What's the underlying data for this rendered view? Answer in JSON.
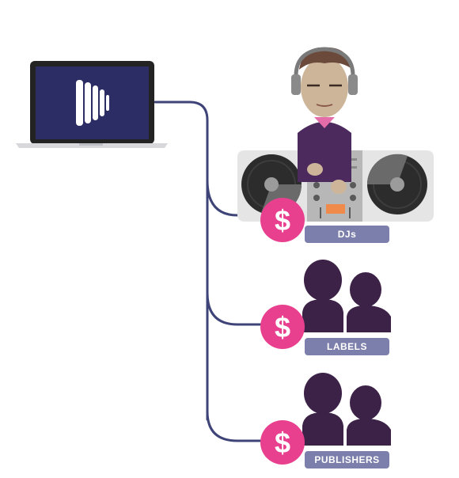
{
  "recipients": [
    {
      "label": "DJs",
      "currency": "$"
    },
    {
      "label": "LABELS",
      "currency": "$"
    },
    {
      "label": "PUBLISHERS",
      "currency": "$"
    }
  ],
  "icons": {
    "source": "laptop-icon",
    "logo": "audio-wave-logo-icon",
    "dj": "dj-character-icon",
    "turntable": "turntable-icon",
    "group": "people-silhouette-icon",
    "payment": "dollar-coin-icon"
  },
  "colors": {
    "connector": "#3f4478",
    "coin": "#e8408e",
    "label_bg": "#7c7fab",
    "silhouette": "#3c2247",
    "laptop_screen": "#2b2d64"
  }
}
